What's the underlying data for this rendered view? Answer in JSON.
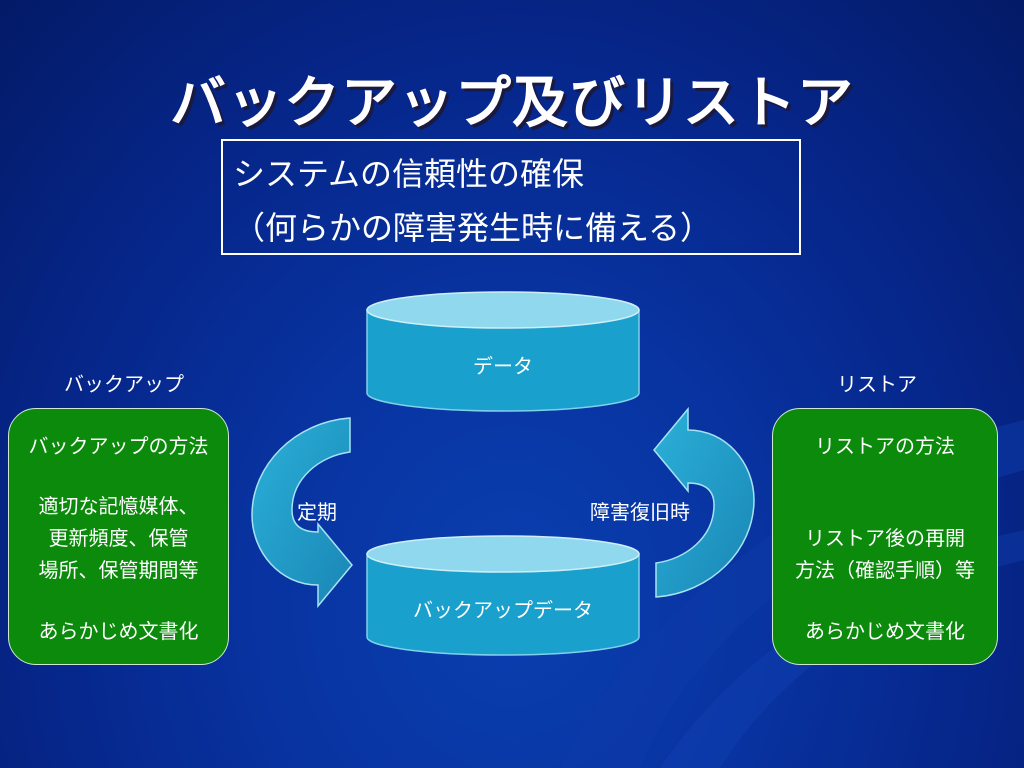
{
  "title": "バックアップ及びリストア",
  "purpose": {
    "line1": "システムの信頼性の確保",
    "line2": "（何らかの障害発生時に備える）"
  },
  "backup": {
    "label": "バックアップ",
    "box_heading": "バックアップの方法",
    "box_lines": [
      "適切な記憶媒体、",
      "更新頻度、保管",
      "場所、保管期間等"
    ],
    "box_footer": "あらかじめ文書化"
  },
  "restore": {
    "label": "リストア",
    "box_heading": "リストアの方法",
    "box_lines": [
      "リストア後の再開",
      "方法（確認手順）等"
    ],
    "box_footer": "あらかじめ文書化"
  },
  "cylinders": {
    "data": "データ",
    "backup_data": "バックアップデータ"
  },
  "arrows": {
    "periodic": "定期",
    "on_failure": "障害復旧時"
  },
  "colors": {
    "cylinder": "#1aa0cc",
    "cylinder_top": "#8fd8ee",
    "green_box": "#0b8a0b",
    "arrow": "#2aa6cf"
  }
}
